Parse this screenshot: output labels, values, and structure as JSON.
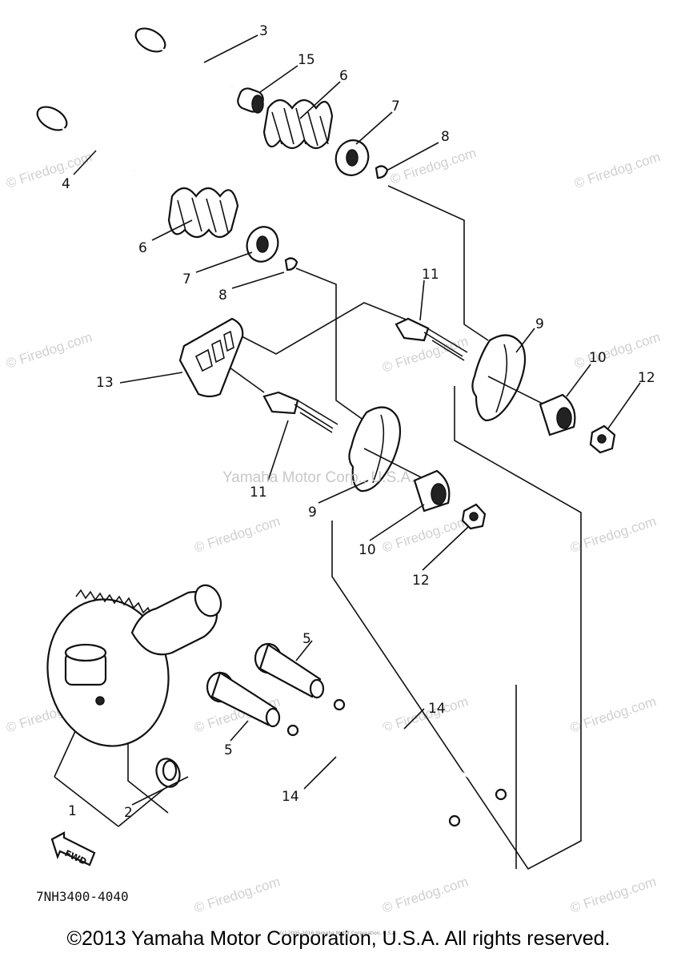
{
  "diagram": {
    "code": "7NH3400-4040",
    "center_watermark": "Yamaha Motor Corp., U.S.A.",
    "watermark_text": "© Firedog.com",
    "fwd_label": "FWD",
    "callouts": [
      {
        "id": "3",
        "text": "3"
      },
      {
        "id": "15",
        "text": "15"
      },
      {
        "id": "6a",
        "text": "6"
      },
      {
        "id": "7a",
        "text": "7"
      },
      {
        "id": "8a",
        "text": "8"
      },
      {
        "id": "4",
        "text": "4"
      },
      {
        "id": "6b",
        "text": "6"
      },
      {
        "id": "7b",
        "text": "7"
      },
      {
        "id": "8b",
        "text": "8"
      },
      {
        "id": "11a",
        "text": "11"
      },
      {
        "id": "9a",
        "text": "9"
      },
      {
        "id": "13",
        "text": "13"
      },
      {
        "id": "10a",
        "text": "10"
      },
      {
        "id": "12a",
        "text": "12"
      },
      {
        "id": "11b",
        "text": "11"
      },
      {
        "id": "9b",
        "text": "9"
      },
      {
        "id": "10b",
        "text": "10"
      },
      {
        "id": "12b",
        "text": "12"
      },
      {
        "id": "5a",
        "text": "5"
      },
      {
        "id": "5b",
        "text": "5"
      },
      {
        "id": "14a",
        "text": "14"
      },
      {
        "id": "14b",
        "text": "14"
      },
      {
        "id": "1",
        "text": "1"
      },
      {
        "id": "2",
        "text": "2"
      }
    ]
  },
  "footer": {
    "copyright": "©2013 Yamaha Motor Corporation, U.S.A. All rights reserved.",
    "tiny_note": "(c) 2005-2016 Yamaha Motor Corporation, U.S.A."
  }
}
